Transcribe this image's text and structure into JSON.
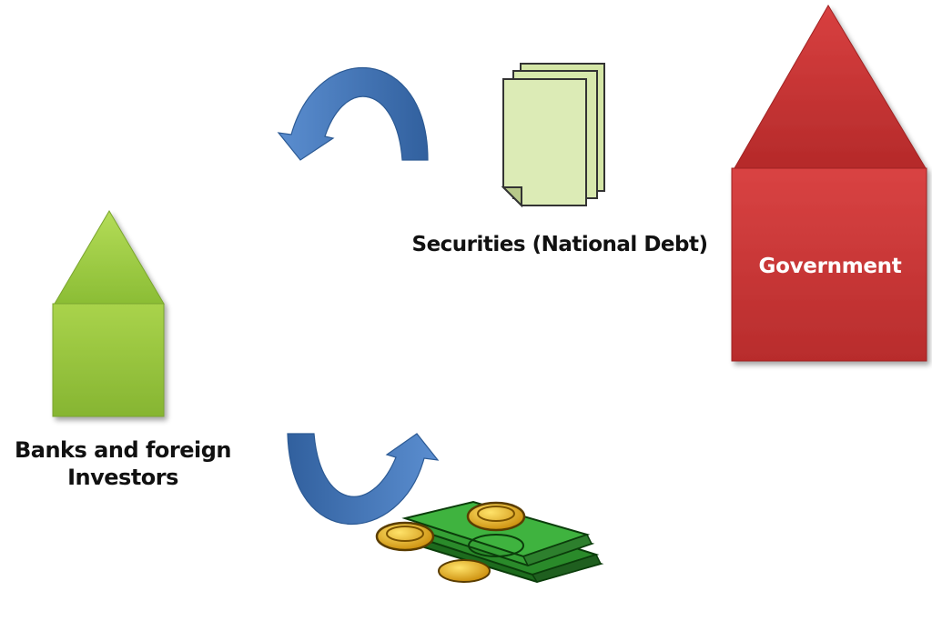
{
  "diagram": {
    "nodes": {
      "banks": {
        "label": "Banks and foreign Investors",
        "line1": "Banks and foreign",
        "line2": "Investors"
      },
      "government": {
        "label": "Government"
      },
      "securities": {
        "label": "Securities (National Debt)"
      }
    },
    "flows": [
      {
        "item": "Securities (National Debt)",
        "from": "government",
        "to": "banks"
      },
      {
        "item": "money",
        "from": "banks",
        "to": "government"
      }
    ]
  },
  "colors": {
    "banks_green": "#9bc842",
    "government_red": "#c83232",
    "arrow_blue": "#3d6fb0",
    "paper_green": "#d9eab4",
    "money_green": "#2e8b2e",
    "coin_gold": "#e8b31a"
  },
  "icons": [
    "curved-arrow-icon",
    "document-stack-icon",
    "money-icon"
  ]
}
